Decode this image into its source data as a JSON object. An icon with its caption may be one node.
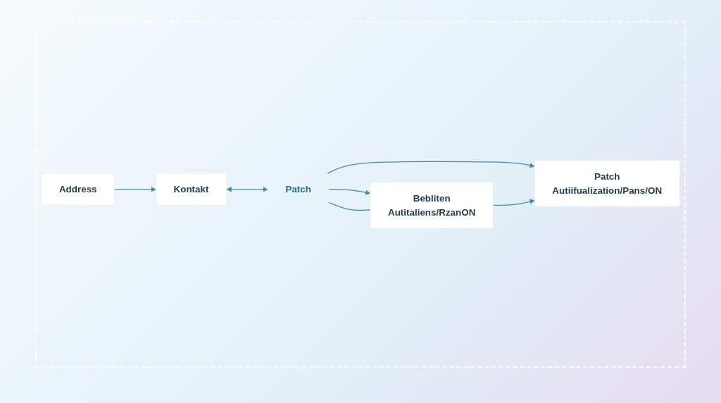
{
  "diagram": {
    "nodes": [
      {
        "text": [
          "Address"
        ]
      },
      {
        "text": [
          "Kontakt"
        ]
      },
      {
        "text": [
          "Patch"
        ]
      },
      {
        "text": [
          "Bebliten",
          "Autitaliens/RzanON"
        ]
      },
      {
        "text": [
          "Patch",
          "Autiifualization/Pans/ON"
        ]
      }
    ],
    "edges": [
      {
        "from": 0,
        "to": 1,
        "arrow": "to"
      },
      {
        "from": 1,
        "to": 2,
        "arrow": "both"
      },
      {
        "from": 2,
        "to": 3,
        "arrow": "to"
      },
      {
        "from": 2,
        "to": 4,
        "arrow": "to"
      },
      {
        "from": 3,
        "to": 4,
        "arrow": "to"
      },
      {
        "from": 3,
        "to": 2,
        "arrow": "none"
      }
    ]
  }
}
